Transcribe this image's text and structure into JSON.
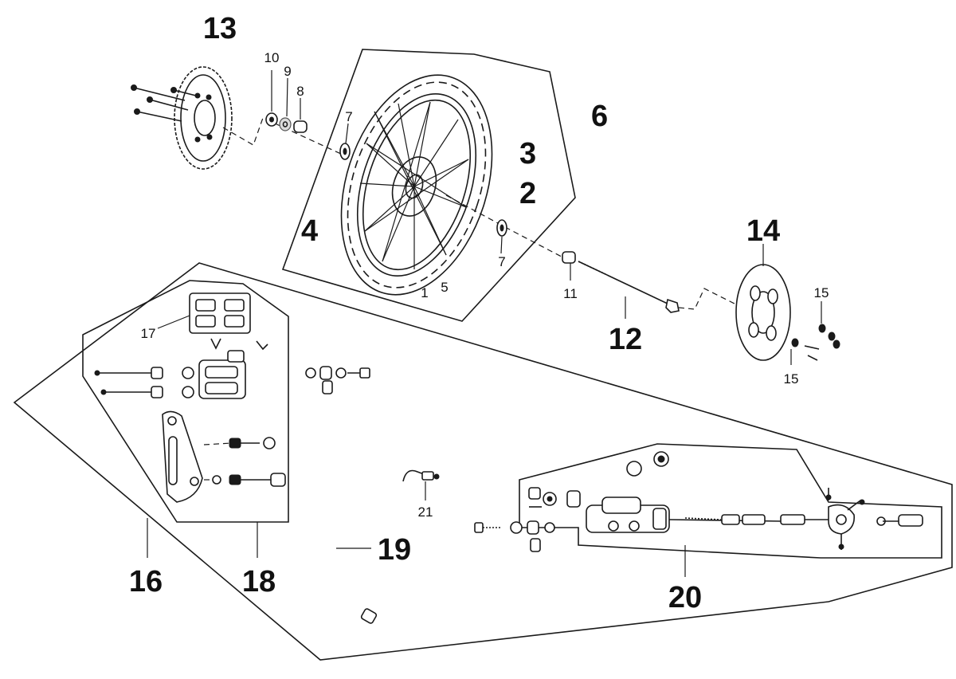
{
  "diagram": {
    "callouts": {
      "p1": "1",
      "p2": "2",
      "p3": "3",
      "p4": "4",
      "p5": "5",
      "p6": "6",
      "p7a": "7",
      "p7b": "7",
      "p8": "8",
      "p9": "9",
      "p10": "10",
      "p11": "11",
      "p12": "12",
      "p13": "13",
      "p14": "14",
      "p15a": "15",
      "p15b": "15",
      "p16": "16",
      "p17": "17",
      "p18": "18",
      "p19": "19",
      "p20": "20",
      "p21": "21"
    },
    "colors": {
      "line": "#1a1a1a",
      "background": "#ffffff"
    }
  }
}
